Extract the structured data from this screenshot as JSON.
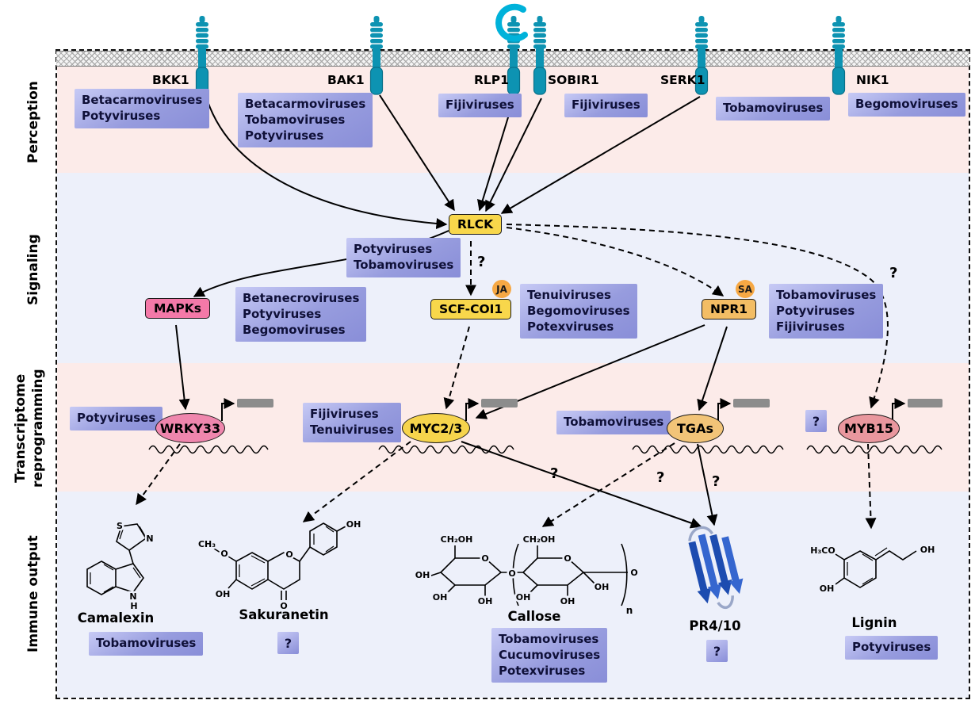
{
  "stages": {
    "perception": "Perception",
    "signaling": "Signaling",
    "transcriptome_1": "Transcriptome",
    "transcriptome_2": "reprogramming",
    "immune": "Immune output"
  },
  "receptors": {
    "bkk1": {
      "name": "BKK1",
      "viruses": [
        "Betacarmoviruses",
        "Potyviruses"
      ]
    },
    "bak1": {
      "name": "BAK1",
      "viruses": [
        "Betacarmoviruses",
        "Tobamoviruses",
        "Potyviruses"
      ]
    },
    "rlp1": {
      "name": "RLP1",
      "viruses": [
        "Fijiviruses"
      ]
    },
    "sobir1": {
      "name": "SOBIR1",
      "viruses": [
        "Fijiviruses"
      ]
    },
    "serk1": {
      "name": "SERK1",
      "viruses": [
        "Tobamoviruses"
      ]
    },
    "nik1": {
      "name": "NIK1",
      "viruses": [
        "Begomoviruses"
      ]
    }
  },
  "nodes": {
    "rlck": {
      "name": "RLCK",
      "viruses": [
        "Potyviruses",
        "Tobamoviruses"
      ]
    },
    "mapks": {
      "name": "MAPKs",
      "viruses": [
        "Betanecroviruses",
        "Potyviruses",
        "Begomoviruses"
      ]
    },
    "scf_coi1": {
      "name": "SCF-COI1",
      "badge": "JA",
      "viruses": [
        "Tenuiviruses",
        "Begomoviruses",
        "Potexviruses"
      ]
    },
    "npr1": {
      "name": "NPR1",
      "badge": "SA",
      "viruses": [
        "Tobamoviruses",
        "Potyviruses",
        "Fijiviruses"
      ]
    }
  },
  "tfs": {
    "wrky33": {
      "name": "WRKY33",
      "viruses": [
        "Potyviruses"
      ]
    },
    "myc23": {
      "name": "MYC2/3",
      "viruses": [
        "Fijiviruses",
        "Tenuiviruses"
      ]
    },
    "tgas": {
      "name": "TGAs",
      "viruses": [
        "Tobamoviruses"
      ]
    },
    "myb15": {
      "name": "MYB15"
    }
  },
  "outputs": {
    "camalexin": {
      "name": "Camalexin",
      "viruses": [
        "Tobamoviruses"
      ]
    },
    "sakuranetin": {
      "name": "Sakuranetin"
    },
    "callose": {
      "name": "Callose",
      "viruses": [
        "Tobamoviruses",
        "Cucumoviruses",
        "Potexviruses"
      ]
    },
    "pr410": {
      "name": "PR4/10"
    },
    "lignin": {
      "name": "Lignin",
      "viruses": [
        "Potyviruses"
      ]
    }
  },
  "q": "?",
  "atoms": {
    "oh": "OH",
    "o": "O",
    "ch2oh": "CH₂OH",
    "sub_n": "n",
    "s": "S",
    "n": "N",
    "h": "H",
    "ch3": "CH₃",
    "h3co": "H₃CO"
  },
  "colors": {
    "receptor": "#0d93b2",
    "virus_box": "#9297dc",
    "yellow_node": "#f8d74b",
    "pink_node": "#f479a8",
    "tan_node": "#f3bd64",
    "badge": "#f6a844",
    "wrky33": "#ef86ad",
    "myc23": "#f6d44c",
    "tgas": "#f2c478",
    "myb15": "#e9979e",
    "band_pink": "#fcebe9",
    "band_blue": "#edf0fa",
    "pr_ribbon": "#1d4cb0"
  }
}
